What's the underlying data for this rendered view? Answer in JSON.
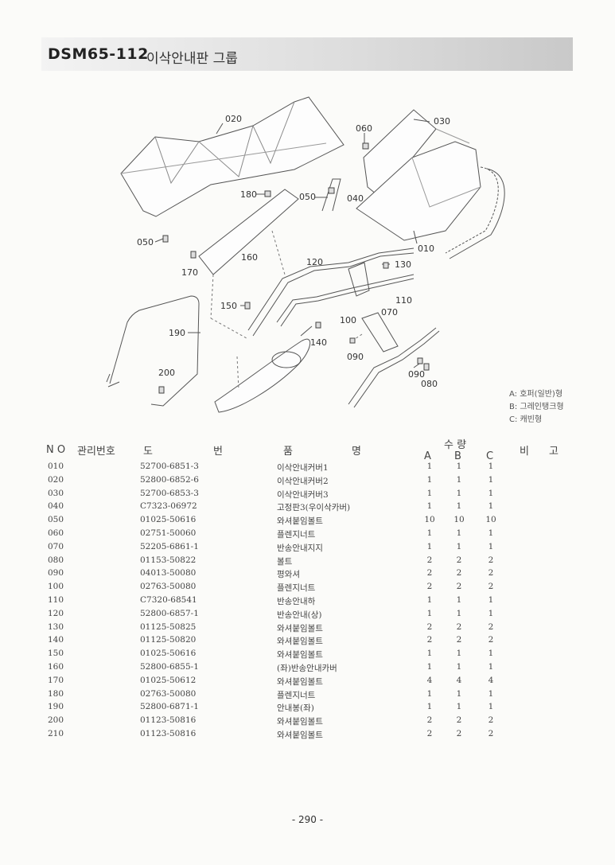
{
  "header": {
    "code": "DSM65-112",
    "title": "이삭안내판 그룹"
  },
  "callouts": [
    "020",
    "030",
    "060",
    "180",
    "050",
    "040",
    "050",
    "010",
    "160",
    "120",
    "130",
    "170",
    "150",
    "110",
    "070",
    "100",
    "190",
    "140",
    "090",
    "090",
    "080",
    "200"
  ],
  "legend": [
    "A: 호퍼(일반)형",
    "B: 그레인탱크형",
    "C: 캐빈형"
  ],
  "table": {
    "headers": {
      "no": "N O",
      "mgmt": "관리번호",
      "drawing_1": "도",
      "drawing_2": "번",
      "name_1": "품",
      "name_2": "명",
      "qty": "수 량",
      "a": "A",
      "b": "B",
      "c": "C",
      "note_1": "비",
      "note_2": "고"
    },
    "rows": [
      {
        "no": "010",
        "part": "52700-6851-3",
        "name": "이삭안내커버1",
        "a": "1",
        "b": "1",
        "c": "1"
      },
      {
        "no": "020",
        "part": "52800-6852-6",
        "name": "이삭안내커버2",
        "a": "1",
        "b": "1",
        "c": "1"
      },
      {
        "no": "030",
        "part": "52700-6853-3",
        "name": "이삭안내커버3",
        "a": "1",
        "b": "1",
        "c": "1"
      },
      {
        "no": "040",
        "part": "C7323-06972",
        "name": "고정판3(우이삭카버)",
        "a": "1",
        "b": "1",
        "c": "1"
      },
      {
        "no": "050",
        "part": "01025-50616",
        "name": "와셔붙임볼트",
        "a": "10",
        "b": "10",
        "c": "10"
      },
      {
        "no": "060",
        "part": "02751-50060",
        "name": "플렌지너트",
        "a": "1",
        "b": "1",
        "c": "1"
      },
      {
        "no": "070",
        "part": "52205-6861-1",
        "name": "반송안내지지",
        "a": "1",
        "b": "1",
        "c": "1"
      },
      {
        "no": "080",
        "part": "01153-50822",
        "name": "볼트",
        "a": "2",
        "b": "2",
        "c": "2"
      },
      {
        "no": "090",
        "part": "04013-50080",
        "name": "평와셔",
        "a": "2",
        "b": "2",
        "c": "2"
      },
      {
        "no": "100",
        "part": "02763-50080",
        "name": "플렌지너트",
        "a": "2",
        "b": "2",
        "c": "2"
      },
      {
        "no": "110",
        "part": "C7320-68541",
        "name": "반송안내하",
        "a": "1",
        "b": "1",
        "c": "1"
      },
      {
        "no": "120",
        "part": "52800-6857-1",
        "name": "반송안내(상)",
        "a": "1",
        "b": "1",
        "c": "1"
      },
      {
        "no": "130",
        "part": "01125-50825",
        "name": "와셔붙임볼트",
        "a": "2",
        "b": "2",
        "c": "2"
      },
      {
        "no": "140",
        "part": "01125-50820",
        "name": "와셔붙임볼트",
        "a": "2",
        "b": "2",
        "c": "2"
      },
      {
        "no": "150",
        "part": "01025-50616",
        "name": "와셔붙임볼트",
        "a": "1",
        "b": "1",
        "c": "1"
      },
      {
        "no": "160",
        "part": "52800-6855-1",
        "name": "(좌)반송안내카버",
        "a": "1",
        "b": "1",
        "c": "1"
      },
      {
        "no": "170",
        "part": "01025-50612",
        "name": "와셔붙임볼트",
        "a": "4",
        "b": "4",
        "c": "4"
      },
      {
        "no": "180",
        "part": "02763-50080",
        "name": "플렌지너트",
        "a": "1",
        "b": "1",
        "c": "1"
      },
      {
        "no": "190",
        "part": "52800-6871-1",
        "name": "안내봉(좌)",
        "a": "1",
        "b": "1",
        "c": "1"
      },
      {
        "no": "200",
        "part": "01123-50816",
        "name": "와셔붙임볼트",
        "a": "2",
        "b": "2",
        "c": "2"
      },
      {
        "no": "210",
        "part": "01123-50816",
        "name": "와셔붙임볼트",
        "a": "2",
        "b": "2",
        "c": "2"
      }
    ]
  },
  "page_number": "- 290 -"
}
